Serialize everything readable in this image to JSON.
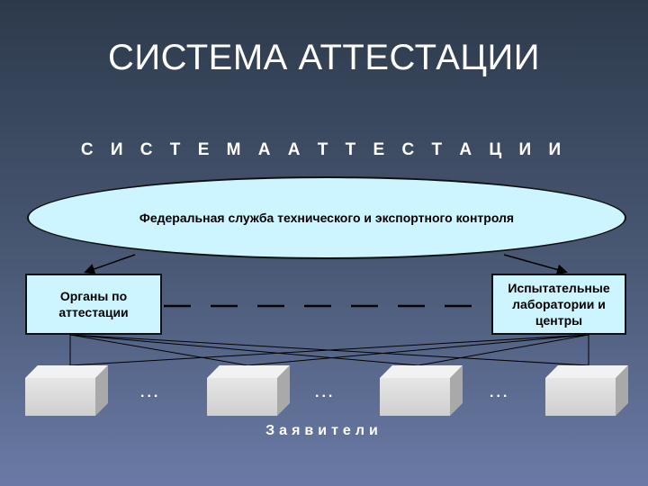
{
  "slide": {
    "title": "СИСТЕМА АТТЕСТАЦИИ"
  },
  "diagram": {
    "title": "С И С Т Е М А   А Т Т Е С Т А Ц И И",
    "top_node": "Федеральная служба технического и экспортного контроля",
    "left_node": "Органы по аттестации",
    "right_node": "Испытательные лаборатории и центры",
    "ellipsis": "...",
    "applicants_label": "Заявители",
    "colors": {
      "node_fill": "#ccf5ff",
      "node_border": "#111111",
      "cube_front": "#d9d9d9",
      "cube_side": "#a9a9a9",
      "text_light": "#ffffff"
    }
  }
}
